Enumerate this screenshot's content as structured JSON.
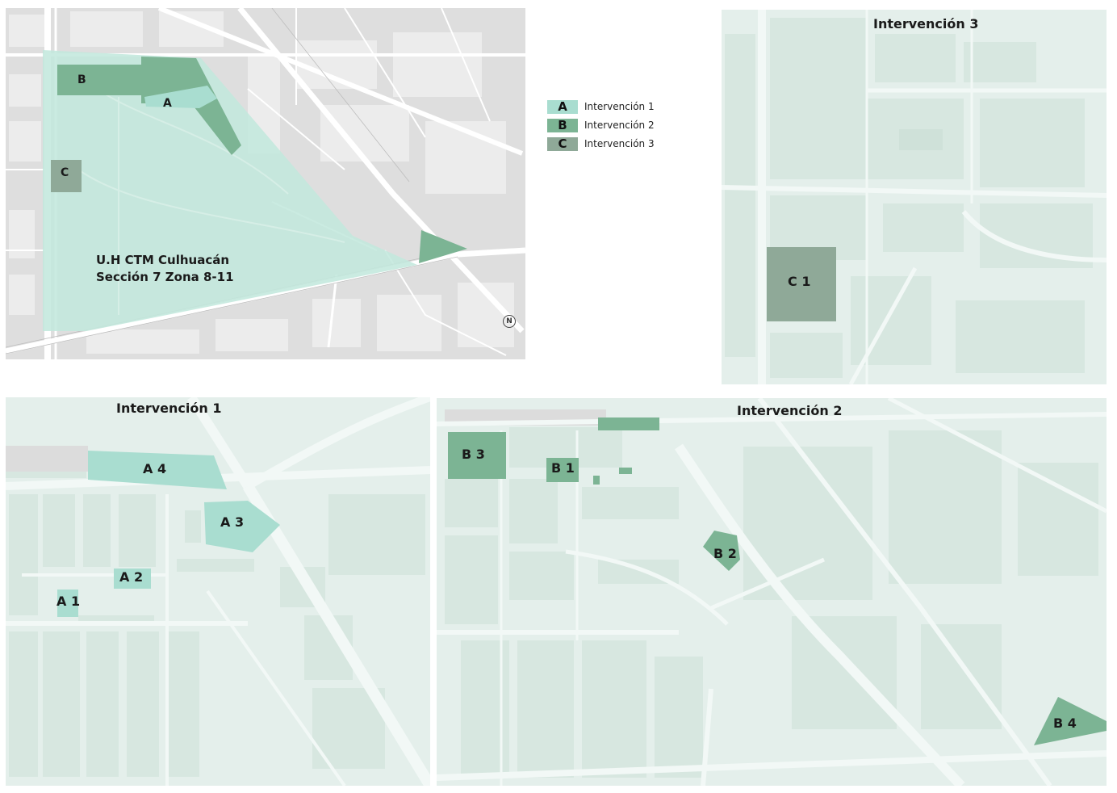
{
  "colors": {
    "intervencion_1": "#a9ddd0",
    "intervencion_2": "#7cb494",
    "intervencion_3": "#8fa998",
    "base_gray": "#dcdcdc",
    "base_green": "#e4efeb",
    "site_overlay": "#c3e8dd"
  },
  "legend": [
    {
      "letter": "A",
      "label": "Intervención 1",
      "color": "#a9ddd0"
    },
    {
      "letter": "B",
      "label": "Intervención 2",
      "color": "#7cb494"
    },
    {
      "letter": "C",
      "label": "Intervención 3",
      "color": "#8fa998"
    }
  ],
  "overview": {
    "site_name": [
      "U.H CTM Culhuacán",
      "Sección 7 Zona 8-11"
    ],
    "zones": [
      "A",
      "B",
      "C"
    ],
    "north_symbol": "N",
    "north_icon": "north-arrow-icon"
  },
  "intervencion_1": {
    "title": "Intervención 1",
    "zones": [
      "A 1",
      "A 2",
      "A 3",
      "A 4"
    ]
  },
  "intervencion_2": {
    "title": "Intervención 2",
    "zones": [
      "B 1",
      "B 2",
      "B 3",
      "B 4"
    ]
  },
  "intervencion_3": {
    "title": "Intervención 3",
    "zones": [
      "C 1"
    ]
  }
}
